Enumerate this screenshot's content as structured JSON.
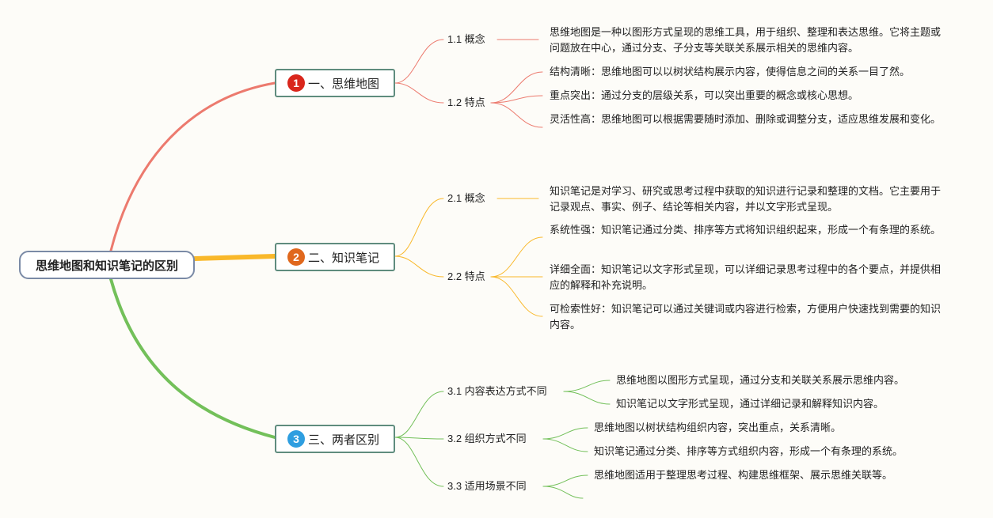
{
  "root": "思维地图和知识笔记的区别",
  "colors": {
    "branch1": "#ec7a6e",
    "branch2": "#f9b82a",
    "branch3": "#73c05a",
    "badge1": "#d9261c",
    "badge2": "#e0681d",
    "badge3": "#2e9ee0"
  },
  "branches": [
    {
      "number": "1",
      "title": "一、思维地图",
      "subs": [
        {
          "label": "1.1 概念",
          "items": [
            "思维地图是一种以图形方式呈现的思维工具，用于组织、整理和表达思维。它将主题或问题放在中心，通过分支、子分支等关联关系展示相关的思维内容。"
          ]
        },
        {
          "label": "1.2 特点",
          "items": [
            "结构清晰：思维地图可以以树状结构展示内容，使得信息之间的关系一目了然。",
            "重点突出：通过分支的层级关系，可以突出重要的概念或核心思想。",
            "灵活性高：思维地图可以根据需要随时添加、删除或调整分支，适应思维发展和变化。"
          ]
        }
      ]
    },
    {
      "number": "2",
      "title": "二、知识笔记",
      "subs": [
        {
          "label": "2.1 概念",
          "items": [
            "知识笔记是对学习、研究或思考过程中获取的知识进行记录和整理的文档。它主要用于记录观点、事实、例子、结论等相关内容，并以文字形式呈现。"
          ]
        },
        {
          "label": "2.2 特点",
          "items": [
            "系统性强：知识笔记通过分类、排序等方式将知识组织起来，形成一个有条理的系统。",
            "详细全面：知识笔记以文字形式呈现，可以详细记录思考过程中的各个要点，并提供相应的解释和补充说明。",
            "可检索性好：知识笔记可以通过关键词或内容进行检索，方便用户快速找到需要的知识内容。"
          ]
        }
      ]
    },
    {
      "number": "3",
      "title": "三、两者区别",
      "subs": [
        {
          "label": "3.1 内容表达方式不同",
          "items": [
            "思维地图以图形方式呈现，通过分支和关联关系展示思维内容。",
            "知识笔记以文字形式呈现，通过详细记录和解释知识内容。"
          ]
        },
        {
          "label": "3.2 组织方式不同",
          "items": [
            "思维地图以树状结构组织内容，突出重点，关系清晰。",
            "知识笔记通过分类、排序等方式组织内容，形成一个有条理的系统。"
          ]
        },
        {
          "label": "3.3 适用场景不同",
          "items": [
            "思维地图适用于整理思考过程、构建思维框架、展示思维关联等。",
            ""
          ]
        }
      ]
    }
  ]
}
